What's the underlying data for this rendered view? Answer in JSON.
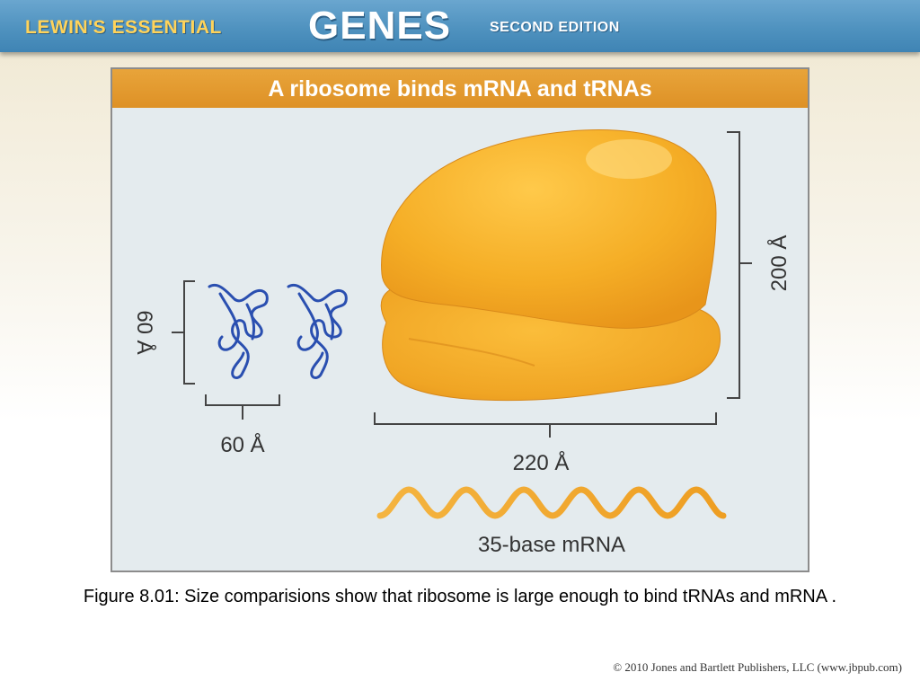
{
  "header": {
    "series_text": "LEWIN'S ESSENTIAL",
    "brand_text": "GENES",
    "edition_text": "SECOND EDITION"
  },
  "figure": {
    "title": "A ribosome binds mRNA and tRNAs",
    "labels": {
      "trna_height": "60 Å",
      "trna_width": "60 Å",
      "ribosome_height": "200 Å",
      "ribosome_width": "220 Å",
      "mrna": "35-base mRNA"
    },
    "colors": {
      "ribosome": "#f2a922",
      "trna": "#2a4fb0",
      "mrna": "#f0a830",
      "title_bar": "#e29a2e",
      "panel_background": "#e4ebee",
      "header_bar": "#4f92bf"
    }
  },
  "caption": "Figure 8.01: Size comparisions show that ribosome is large enough to bind tRNAs and mRNA .",
  "copyright": "© 2010 Jones and Bartlett Publishers, LLC (www.jbpub.com)"
}
